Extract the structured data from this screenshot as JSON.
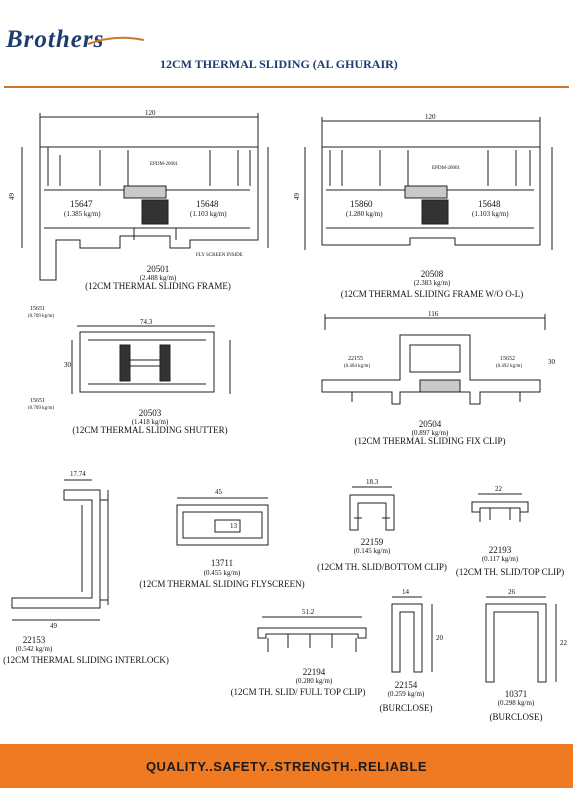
{
  "brand": {
    "logo": "Brothers"
  },
  "header": {
    "title": "12CM THERMAL SLIDING (AL GHURAIR)"
  },
  "footer": {
    "tagline": "QUALITY..SAFETY..STRENGTH..RELIABLE"
  },
  "profiles": [
    {
      "code": "20501",
      "weight": "(2.488 kg/m)",
      "name": "(12CM THERMAL SLIDING FRAME)"
    },
    {
      "code": "20508",
      "weight": "(2.383 kg/m)",
      "name": "(12CM THERMAL SLIDING FRAME W/O O-L)"
    },
    {
      "code": "20503",
      "weight": "(1.418 kg/m)",
      "name": "(12CM THERMAL SLIDING SHUTTER)"
    },
    {
      "code": "20504",
      "weight": "(0.897 kg/m)",
      "name": "(12CM THERMAL SLIDING FIX CLIP)"
    },
    {
      "code": "13711",
      "weight": "(0.455 kg/m)",
      "name": "(12CM THERMAL SLIDING FLYSCREEN)"
    },
    {
      "code": "22159",
      "weight": "(0.145 kg/m)",
      "name": "(12CM TH. SLID/BOTTOM CLIP)"
    },
    {
      "code": "22193",
      "weight": "(0.117 kg/m)",
      "name": "(12CM TH. SLID/TOP CLIP)"
    },
    {
      "code": "22153",
      "weight": "(0.542 kg/m)",
      "name": "(12CM THERMAL SLIDING INTERLOCK)"
    },
    {
      "code": "22194",
      "weight": "(0.280 kg/m)",
      "name": "(12CM TH. SLID/ FULL TOP CLIP)"
    },
    {
      "code": "22154",
      "weight": "(0.259 kg/m)",
      "name": "(BURCLOSE)"
    },
    {
      "code": "10371",
      "weight": "(0.298 kg/m)",
      "name": "(BURCLOSE)"
    }
  ],
  "labels": {
    "frame_left": "15647",
    "frame_left_w": "(1.385 kg/m)",
    "frame_right": "15648",
    "frame_right_w": "(1.103 kg/m)",
    "frame2_left": "15860",
    "frame2_left_w": "(1.280 kg/m)",
    "frame2_right": "15648",
    "frame2_right_w": "(1.103 kg/m)",
    "epdm": "EPDM-20001",
    "flyscreen": "FLY SCREEN INSIDE",
    "shutter_top": "15651",
    "shutter_top_w": "(0.709 kg/m)",
    "shutter_bot": "15651",
    "shutter_bot_w": "(0.709 kg/m)",
    "fix_left": "22155",
    "fix_left_w": "(0.404 kg/m)",
    "fix_right": "15652",
    "fix_right_w": "(0.492 kg/m)"
  },
  "dims": {
    "d120a": "120",
    "d49a": "49",
    "d120b": "120",
    "d49b": "49",
    "d74": "74.3",
    "d30": "30",
    "d116": "116",
    "d30b": "30",
    "d17": "17.74",
    "d49c": "49",
    "d45": "45",
    "d13": "13",
    "d183": "18.3",
    "d22": "22",
    "d512": "51.2",
    "d14": "14",
    "d26": "26",
    "d20": "20",
    "d22b": "22"
  }
}
